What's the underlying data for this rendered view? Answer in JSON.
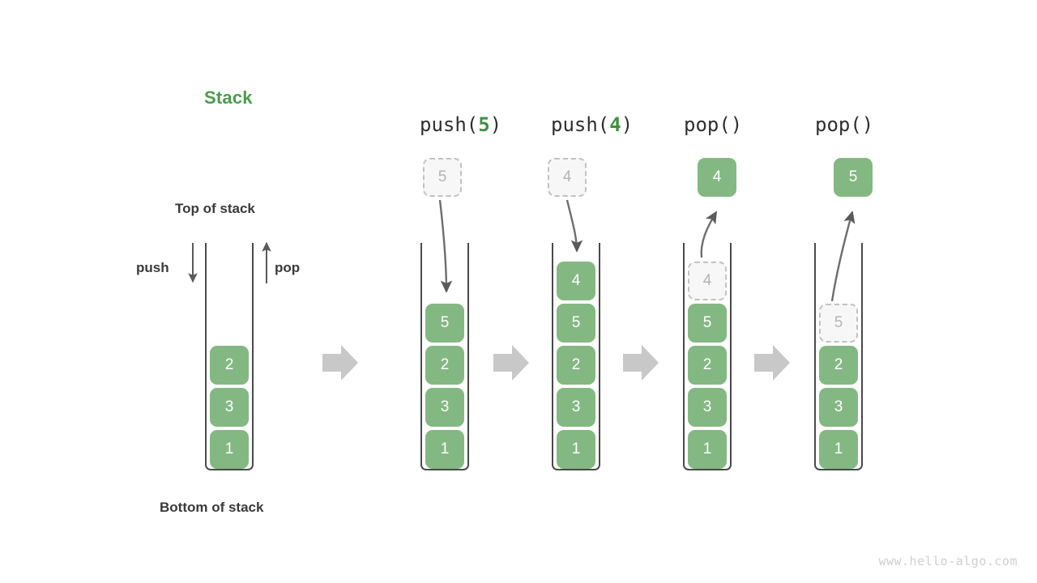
{
  "diagram": {
    "title": "Stack",
    "title_color": "#4b9b4c",
    "accent_green": "#84b883",
    "ghost_gray": "#b4b4b4",
    "arrow_gray": "#c8c8c8",
    "labels": {
      "top_of_stack": "Top of stack",
      "bottom_of_stack": "Bottom of stack",
      "push": "push",
      "pop": "pop"
    },
    "watermark": "www.hello-algo.com"
  },
  "columns": [
    {
      "id": "initial",
      "op_prefix": "",
      "op_arg": "",
      "op_suffix": "",
      "has_op_title": false,
      "stack": [
        "1",
        "3",
        "2"
      ],
      "ghost_index": -1,
      "float_box": null,
      "float_state": "",
      "arrow": "none"
    },
    {
      "id": "push-5",
      "op_prefix": "push(",
      "op_arg": "5",
      "op_suffix": ")",
      "has_op_title": true,
      "stack": [
        "1",
        "3",
        "2",
        "5"
      ],
      "ghost_index": -1,
      "float_box": "5",
      "float_state": "ghost",
      "arrow": "down-long"
    },
    {
      "id": "push-4",
      "op_prefix": "push(",
      "op_arg": "4",
      "op_suffix": ")",
      "has_op_title": true,
      "stack": [
        "1",
        "3",
        "2",
        "5",
        "4"
      ],
      "ghost_index": -1,
      "float_box": "4",
      "float_state": "ghost",
      "arrow": "down-short"
    },
    {
      "id": "pop-4",
      "op_prefix": "pop(",
      "op_arg": "",
      "op_suffix": ")",
      "has_op_title": true,
      "stack": [
        "1",
        "3",
        "2",
        "5",
        "4"
      ],
      "ghost_index": 4,
      "float_box": "4",
      "float_state": "filled",
      "arrow": "up-short"
    },
    {
      "id": "pop-5",
      "op_prefix": "pop(",
      "op_arg": "",
      "op_suffix": ")",
      "has_op_title": true,
      "stack": [
        "1",
        "3",
        "2",
        "5"
      ],
      "ghost_index": 3,
      "float_box": "5",
      "float_state": "filled",
      "arrow": "up-long"
    }
  ],
  "transitions": [
    {
      "id": "t1"
    },
    {
      "id": "t2"
    },
    {
      "id": "t3"
    },
    {
      "id": "t4"
    }
  ]
}
